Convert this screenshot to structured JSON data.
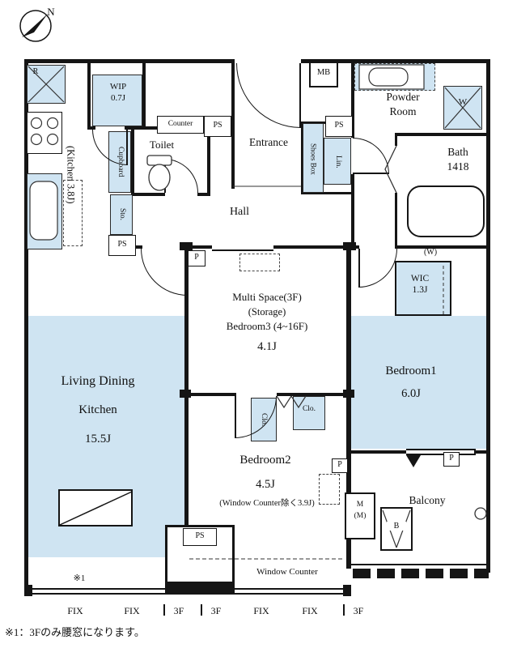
{
  "compass": {
    "n": "N"
  },
  "labels": {
    "kitchen": "(Kitchen 3.8J)",
    "r": "R",
    "wip1": "WIP",
    "wip2": "0.7J",
    "cupboard": "Cupboard",
    "counter": "Counter",
    "toilet": "Toilet",
    "sto": "Sto.",
    "entrance": "Entrance",
    "shoes": "Shoes Box",
    "lin": "Lin.",
    "mb": "MB",
    "powder1": "Powder",
    "powder2": "Room",
    "washer": "W",
    "bath1": "Bath",
    "bath2": "1418",
    "hall": "Hall",
    "multi1": "Multi Space(3F)",
    "multi2": "(Storage)",
    "multi3": "Bedroom3 (4~16F)",
    "multi_size": "4.1J",
    "wic_w": "(W)",
    "wic1": "WIC",
    "wic2": "1.3J",
    "bed1": "Bedroom1",
    "bed1_size": "6.0J",
    "ldk1": "Living Dining",
    "ldk2": "Kitchen",
    "ldk_size": "15.5J",
    "bed2": "Bedroom2",
    "bed2_size": "4.5J",
    "bed2_note": "(Window Counter除く3.9J)",
    "clo1": "Clo.",
    "clo2": "Clo.",
    "balcony": "Balcony",
    "window_counter": "Window Counter",
    "m1": "M",
    "m2": "(M)",
    "b": "B",
    "ref": "※1"
  },
  "ps": [
    "PS",
    "PS",
    "PS",
    "PS"
  ],
  "p": [
    "P",
    "P",
    "P"
  ],
  "bottom": [
    "FIX",
    "FIX",
    "3F",
    "3F",
    "FIX",
    "FIX",
    "3F"
  ],
  "footnote": "※1：3Fのみ腰窓になります。",
  "colors": {
    "highlight": "#cfe4f2",
    "wall": "#151515"
  }
}
